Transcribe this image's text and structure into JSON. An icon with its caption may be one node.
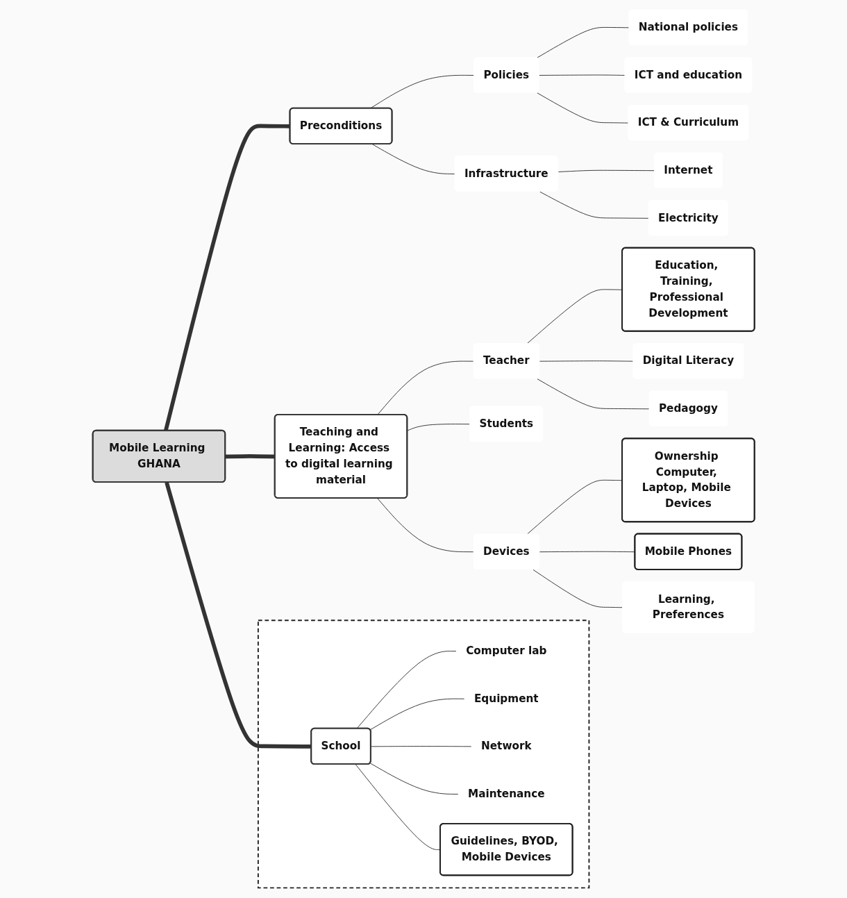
{
  "diagram": {
    "nodes": [
      {
        "text": [
          "Mobile Learning GHANA"
        ]
      },
      {
        "text": [
          "Preconditions"
        ]
      },
      {
        "text": [
          "Policies"
        ]
      },
      {
        "text": [
          "National policies"
        ]
      },
      {
        "text": [
          "ICT and education"
        ]
      },
      {
        "text": [
          "ICT & Curriculum"
        ]
      },
      {
        "text": [
          "Infrastructure"
        ]
      },
      {
        "text": [
          "Internet"
        ]
      },
      {
        "text": [
          "Electricity"
        ]
      },
      {
        "text": [
          "Teaching and Learning: Access to digital learning material"
        ]
      },
      {
        "text": [
          "Teacher"
        ]
      },
      {
        "text": [
          "Education, Training, Professional Development"
        ]
      },
      {
        "text": [
          "Digital Literacy"
        ]
      },
      {
        "text": [
          "Pedagogy"
        ]
      },
      {
        "text": [
          "Students"
        ]
      },
      {
        "text": [
          "Devices"
        ]
      },
      {
        "text": [
          "Ownership Computer, Laptop, Mobile Devices"
        ]
      },
      {
        "text": [
          "Mobile Phones"
        ]
      },
      {
        "text": [
          "Learning, Preferences"
        ]
      },
      {
        "text": [],
        "shape": "box"
      },
      {
        "text": [
          "School"
        ],
        "in": 19
      },
      {
        "text": [
          "Computer lab"
        ],
        "in": 19
      },
      {
        "text": [
          "Equipment"
        ],
        "in": 19
      },
      {
        "text": [
          "Network"
        ],
        "in": 19
      },
      {
        "text": [
          "Maintenance"
        ],
        "in": 19
      },
      {
        "text": [
          "Guidelines, BYOD, Mobile Devices"
        ],
        "in": 19
      }
    ],
    "edges": [
      {
        "from": 0,
        "to": 1,
        "arrow": "none",
        "style": "thick"
      },
      {
        "from": 0,
        "to": 9,
        "arrow": "none",
        "style": "thick"
      },
      {
        "from": 0,
        "to": 20,
        "arrow": "none",
        "style": "thick"
      },
      {
        "from": 1,
        "to": 2,
        "arrow": "none"
      },
      {
        "from": 1,
        "to": 6,
        "arrow": "none"
      },
      {
        "from": 2,
        "to": 3,
        "arrow": "none"
      },
      {
        "from": 2,
        "to": 4,
        "arrow": "none"
      },
      {
        "from": 2,
        "to": 5,
        "arrow": "none"
      },
      {
        "from": 6,
        "to": 7,
        "arrow": "none"
      },
      {
        "from": 6,
        "to": 8,
        "arrow": "none"
      },
      {
        "from": 9,
        "to": 10,
        "arrow": "none"
      },
      {
        "from": 9,
        "to": 14,
        "arrow": "none"
      },
      {
        "from": 9,
        "to": 15,
        "arrow": "none"
      },
      {
        "from": 10,
        "to": 11,
        "arrow": "none"
      },
      {
        "from": 10,
        "to": 12,
        "arrow": "none"
      },
      {
        "from": 10,
        "to": 13,
        "arrow": "none"
      },
      {
        "from": 15,
        "to": 16,
        "arrow": "none"
      },
      {
        "from": 15,
        "to": 17,
        "arrow": "none"
      },
      {
        "from": 15,
        "to": 18,
        "arrow": "none"
      },
      {
        "from": 20,
        "to": 21,
        "arrow": "none"
      },
      {
        "from": 20,
        "to": 22,
        "arrow": "none"
      },
      {
        "from": 20,
        "to": 23,
        "arrow": "none"
      },
      {
        "from": 20,
        "to": 24,
        "arrow": "none"
      },
      {
        "from": 20,
        "to": 25,
        "arrow": "none"
      }
    ]
  }
}
